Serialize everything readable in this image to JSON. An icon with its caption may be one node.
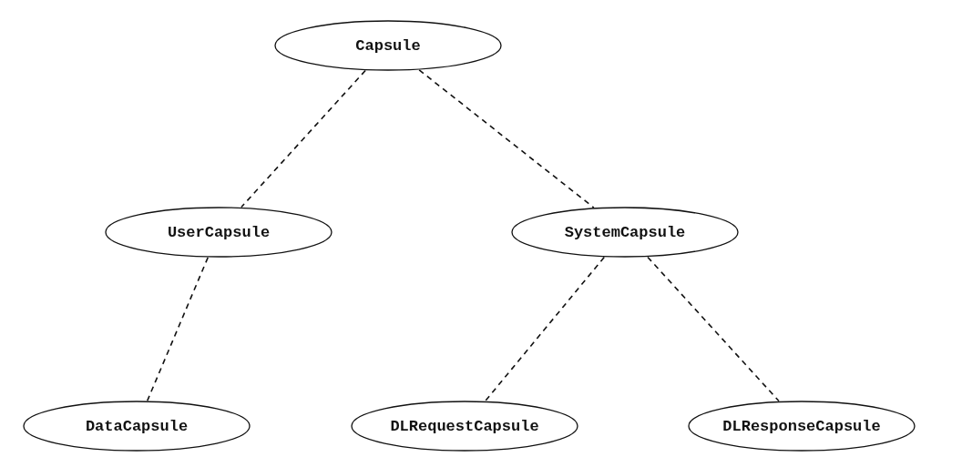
{
  "diagram": {
    "nodes": [
      {
        "text": [
          "Capsule"
        ]
      },
      {
        "text": [
          "UserCapsule"
        ]
      },
      {
        "text": [
          "SystemCapsule"
        ]
      },
      {
        "text": [
          "DataCapsule"
        ]
      },
      {
        "text": [
          "DLRequestCapsule"
        ]
      },
      {
        "text": [
          "DLResponseCapsule"
        ]
      }
    ],
    "edges": [
      {
        "from": 0,
        "to": 1,
        "arrow": "none",
        "style": "dashed"
      },
      {
        "from": 0,
        "to": 2,
        "arrow": "none",
        "style": "dashed"
      },
      {
        "from": 1,
        "to": 3,
        "arrow": "none",
        "style": "dashed"
      },
      {
        "from": 2,
        "to": 4,
        "arrow": "none",
        "style": "dashed"
      },
      {
        "from": 2,
        "to": 5,
        "arrow": "none",
        "style": "dashed"
      }
    ]
  }
}
